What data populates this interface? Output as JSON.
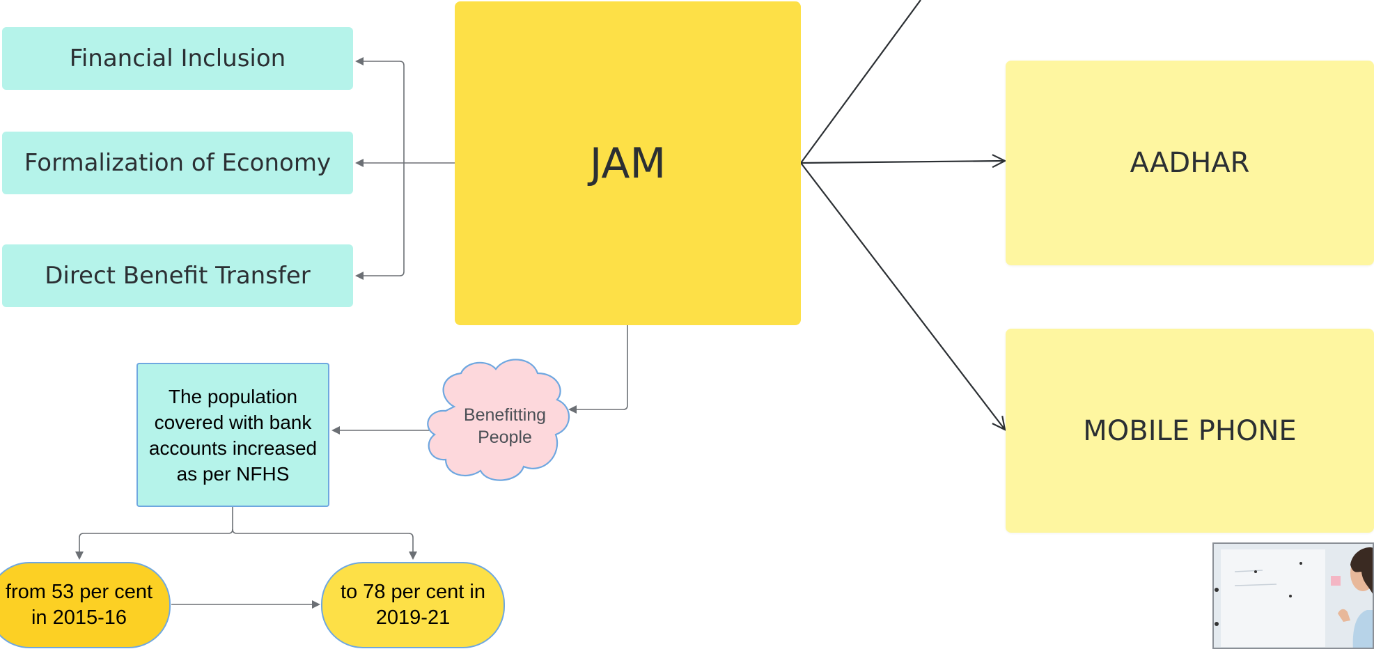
{
  "diagram": {
    "center": {
      "label": "JAM"
    },
    "outcomes": [
      {
        "label": "Financial Inclusion"
      },
      {
        "label": "Formalization of Economy"
      },
      {
        "label": "Direct Benefit Transfer"
      }
    ],
    "components": [
      {
        "label": "AADHAR"
      },
      {
        "label": "MOBILE PHONE"
      }
    ],
    "beneficiary": {
      "label": "Benefitting People"
    },
    "fact": {
      "text": "The population covered with bank accounts increased as per NFHS"
    },
    "stats": {
      "from": "from 53 per cent in 2015-16",
      "to": "to 78 per cent in 2019-21"
    }
  },
  "colors": {
    "teal": "#b5f3ea",
    "jam_yellow": "#fde047",
    "pale_yellow": "#fef6a0",
    "cloud_pink": "#fdd8dc",
    "border_blue": "#6ea7e0",
    "connector_gray": "#6b6f74"
  },
  "presenter_thumbnail": {
    "icon": "presenter-video-icon"
  }
}
